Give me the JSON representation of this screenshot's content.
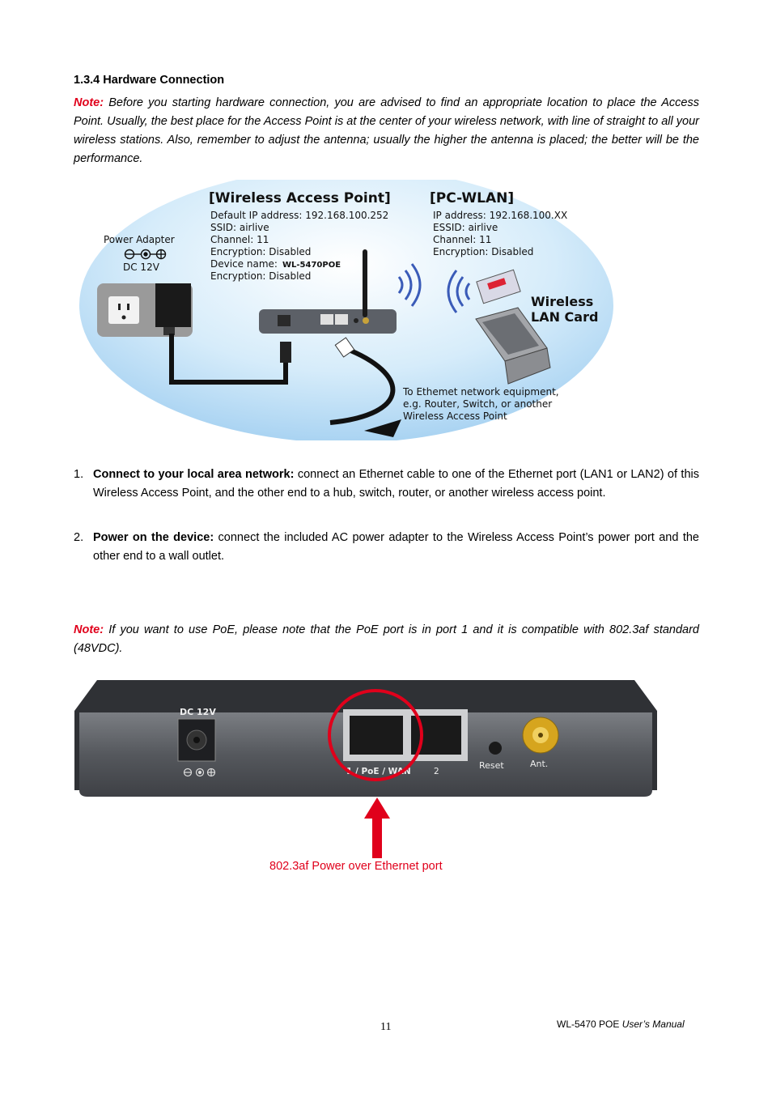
{
  "heading": "1.3.4 Hardware Connection",
  "note1": {
    "label": "Note:",
    "text": " Before you starting hardware connection, you are advised to find an appropriate location to place the Access Point. Usually, the best place for the Access Point is at the center of your wireless network, with line of straight to all your wireless stations. Also, remember to adjust the antenna; usually the higher the antenna is placed; the better will be the performance."
  },
  "diagram": {
    "ap_title": "[Wireless Access Point]",
    "pc_title": "[PC-WLAN]",
    "ap_lines": [
      "Default IP address: 192.168.100.252",
      "SSID: airlive",
      "Channel: 11",
      "Encryption: Disabled",
      "Device name: ",
      "Encryption: Disabled"
    ],
    "device_name": "WL-5470POE",
    "pc_lines": [
      "IP address: 192.168.100.XX",
      "ESSID: airlive",
      "Channel: 11",
      "Encryption: Disabled"
    ],
    "power_adapter": "Power Adapter",
    "dc": "DC 12V",
    "wlan_card_1": "Wireless",
    "wlan_card_2": "LAN Card",
    "ethernet_lines": [
      "To Ethemet network equipment,",
      "e.g. Router, Switch, or another",
      "Wireless Access Point"
    ]
  },
  "steps": [
    {
      "num": "1.",
      "title": "Connect to your local area network:",
      "text": " connect an Ethernet cable to one of the Ethernet port (LAN1 or LAN2) of this Wireless Access Point, and the other end to a hub, switch, router, or another wireless access point."
    },
    {
      "num": "2.",
      "title": "Power on the device:",
      "text": " connect the included AC power adapter to the Wireless Access Point’s power port and the other end to a wall outlet."
    }
  ],
  "note2": {
    "label": "Note:",
    "text": " If you want to use PoE, please note that the PoE port is in port 1 and it is compatible with 802.3af standard (48VDC)."
  },
  "router_panel": {
    "dc": "DC 12V",
    "port1": "1 / PoE / WAN",
    "port2": "2",
    "reset": "Reset",
    "ant": "Ant."
  },
  "caption": "802.3af Power over Ethernet port",
  "page_number": "11",
  "footer": {
    "model": "WL-5470 POE ",
    "manual": "User’s Manual"
  },
  "colors": {
    "accent_red": "#e0001b",
    "diagram_blue": "#bfe0f7",
    "panel_dark": "#5a5d62"
  }
}
